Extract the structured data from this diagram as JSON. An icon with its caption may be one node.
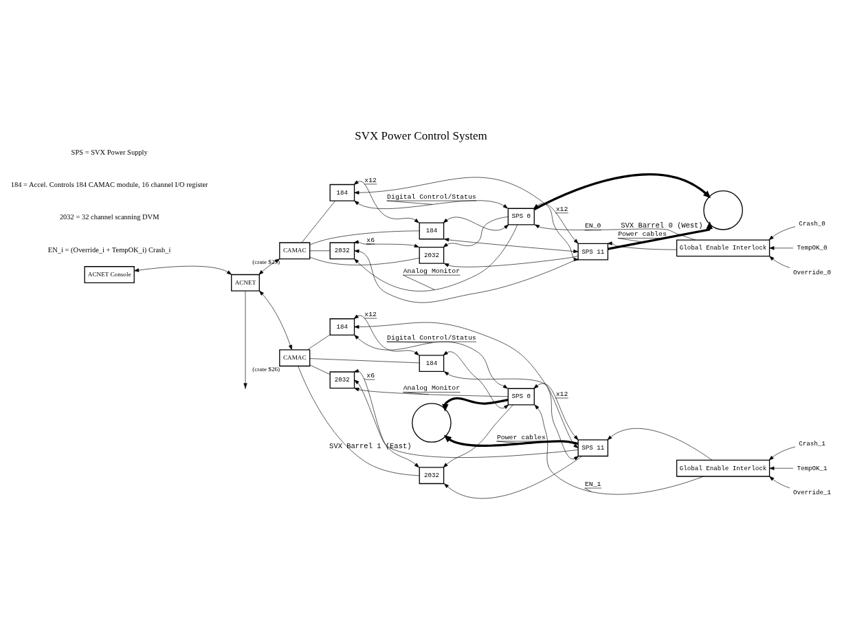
{
  "diagram": {
    "title": "SVX Power Control System",
    "nodes": [
      {
        "text": [
          "ACNET Console"
        ]
      },
      {
        "text": [
          "ACNET"
        ]
      },
      {
        "text": [
          "CAMAC"
        ],
        "beside": [
          "(crate $25)"
        ]
      },
      {
        "text": [
          "184"
        ]
      },
      {
        "text": [
          "184"
        ]
      },
      {
        "text": [
          "2032"
        ]
      },
      {
        "text": [
          "2032"
        ]
      },
      {
        "text": [
          "SPS 0"
        ]
      },
      {
        "text": [
          "SPS 11"
        ]
      },
      {
        "text": [
          "Global Enable Interlock"
        ]
      },
      {
        "text": [],
        "shape": "circle",
        "beside": [
          "SVX Barrel 0 (West)"
        ]
      },
      {
        "text": [
          "Crash_0"
        ]
      },
      {
        "text": [
          "Override_0"
        ]
      },
      {
        "text": [
          "TempOK_0"
        ]
      },
      {
        "text": [],
        "shape": "circle",
        "beside": [
          "SVX Barrel 1 (East)"
        ]
      },
      {
        "text": [
          "CAMAC"
        ],
        "beside": [
          "(crate $26)"
        ]
      },
      {
        "text": [
          "184"
        ]
      },
      {
        "text": [
          "184"
        ]
      },
      {
        "text": [
          "2032"
        ]
      },
      {
        "text": [
          "2032"
        ]
      },
      {
        "text": [
          "SPS 0"
        ]
      },
      {
        "text": [
          "SPS 11"
        ]
      },
      {
        "text": [
          "Global Enable Interlock"
        ]
      },
      {
        "text": [
          "Crash_1"
        ]
      },
      {
        "text": [
          "Override_1"
        ]
      },
      {
        "text": [
          "TempOK_1"
        ]
      }
    ],
    "edges": [
      {
        "from": 0,
        "to": 1,
        "arrow": "both"
      },
      {
        "from": 1,
        "to": 2,
        "arrow": "both"
      },
      {
        "from": 1,
        "to": 15,
        "arrow": "both"
      },
      {
        "from": 1,
        "to": null,
        "arrow": "to"
      },
      {
        "from": 2,
        "to": 3,
        "arrow": "none"
      },
      {
        "from": 2,
        "to": 4,
        "arrow": "none"
      },
      {
        "from": 2,
        "to": 5,
        "arrow": "none"
      },
      {
        "from": 2,
        "to": 6,
        "arrow": "none"
      },
      {
        "from": 3,
        "to": 4,
        "arrow": "both",
        "label": "x12"
      },
      {
        "from": 5,
        "to": 6,
        "arrow": "both",
        "label": "x6"
      },
      {
        "from": 7,
        "to": 8,
        "arrow": "both",
        "label": "x12"
      },
      {
        "from": 7,
        "to": 3,
        "arrow": "both",
        "label": "Digital Control/Status"
      },
      {
        "from": 7,
        "to": 4,
        "arrow": "both"
      },
      {
        "from": 8,
        "to": 3,
        "arrow": "both"
      },
      {
        "from": 8,
        "to": 4,
        "arrow": "both"
      },
      {
        "from": 7,
        "to": 5,
        "arrow": "to",
        "label": "Analog Monitor"
      },
      {
        "from": 7,
        "to": 6,
        "arrow": "to"
      },
      {
        "from": 8,
        "to": 5,
        "arrow": "to"
      },
      {
        "from": 8,
        "to": 6,
        "arrow": "to"
      },
      {
        "from": 9,
        "to": 7,
        "arrow": "to",
        "label": "EN_0"
      },
      {
        "from": 9,
        "to": 8,
        "arrow": "to"
      },
      {
        "from": 11,
        "to": 9,
        "arrow": "to"
      },
      {
        "from": 12,
        "to": 9,
        "arrow": "to"
      },
      {
        "from": 13,
        "to": 9,
        "arrow": "to"
      },
      {
        "from": 7,
        "to": 10,
        "arrow": "to",
        "style": "thick"
      },
      {
        "from": 8,
        "to": 10,
        "arrow": "to",
        "style": "thick",
        "label": "Power cables"
      },
      {
        "from": 15,
        "to": 16,
        "arrow": "none"
      },
      {
        "from": 15,
        "to": 17,
        "arrow": "none"
      },
      {
        "from": 15,
        "to": 18,
        "arrow": "none"
      },
      {
        "from": 15,
        "to": 19,
        "arrow": "none"
      },
      {
        "from": 16,
        "to": 17,
        "arrow": "both",
        "label": "x12"
      },
      {
        "from": 18,
        "to": 19,
        "arrow": "both",
        "label": "x6"
      },
      {
        "from": 20,
        "to": 21,
        "arrow": "both",
        "label": "x12"
      },
      {
        "from": 20,
        "to": 16,
        "arrow": "both",
        "label": "Digital Control/Status"
      },
      {
        "from": 20,
        "to": 17,
        "arrow": "both"
      },
      {
        "from": 21,
        "to": 16,
        "arrow": "both"
      },
      {
        "from": 21,
        "to": 17,
        "arrow": "both"
      },
      {
        "from": 20,
        "to": 18,
        "arrow": "to",
        "label": "Analog Monitor"
      },
      {
        "from": 20,
        "to": 19,
        "arrow": "to"
      },
      {
        "from": 21,
        "to": 18,
        "arrow": "to"
      },
      {
        "from": 21,
        "to": 19,
        "arrow": "to"
      },
      {
        "from": 22,
        "to": 20,
        "arrow": "to",
        "label": "EN_1"
      },
      {
        "from": 22,
        "to": 21,
        "arrow": "to"
      },
      {
        "from": 23,
        "to": 22,
        "arrow": "to"
      },
      {
        "from": 24,
        "to": 22,
        "arrow": "to"
      },
      {
        "from": 25,
        "to": 22,
        "arrow": "to"
      },
      {
        "from": 20,
        "to": 14,
        "arrow": "to",
        "style": "thick"
      },
      {
        "from": 21,
        "to": 14,
        "arrow": "to",
        "style": "thick",
        "label": "Power cables"
      }
    ],
    "labels": [
      "SPS = SVX Power Supply",
      "184 = Accel. Controls 184 CAMAC module, 16 channel I/O register",
      "2032 = 32 channel scanning DVM",
      "EN_i = (Override_i + TempOK_i) Crash_i"
    ]
  }
}
